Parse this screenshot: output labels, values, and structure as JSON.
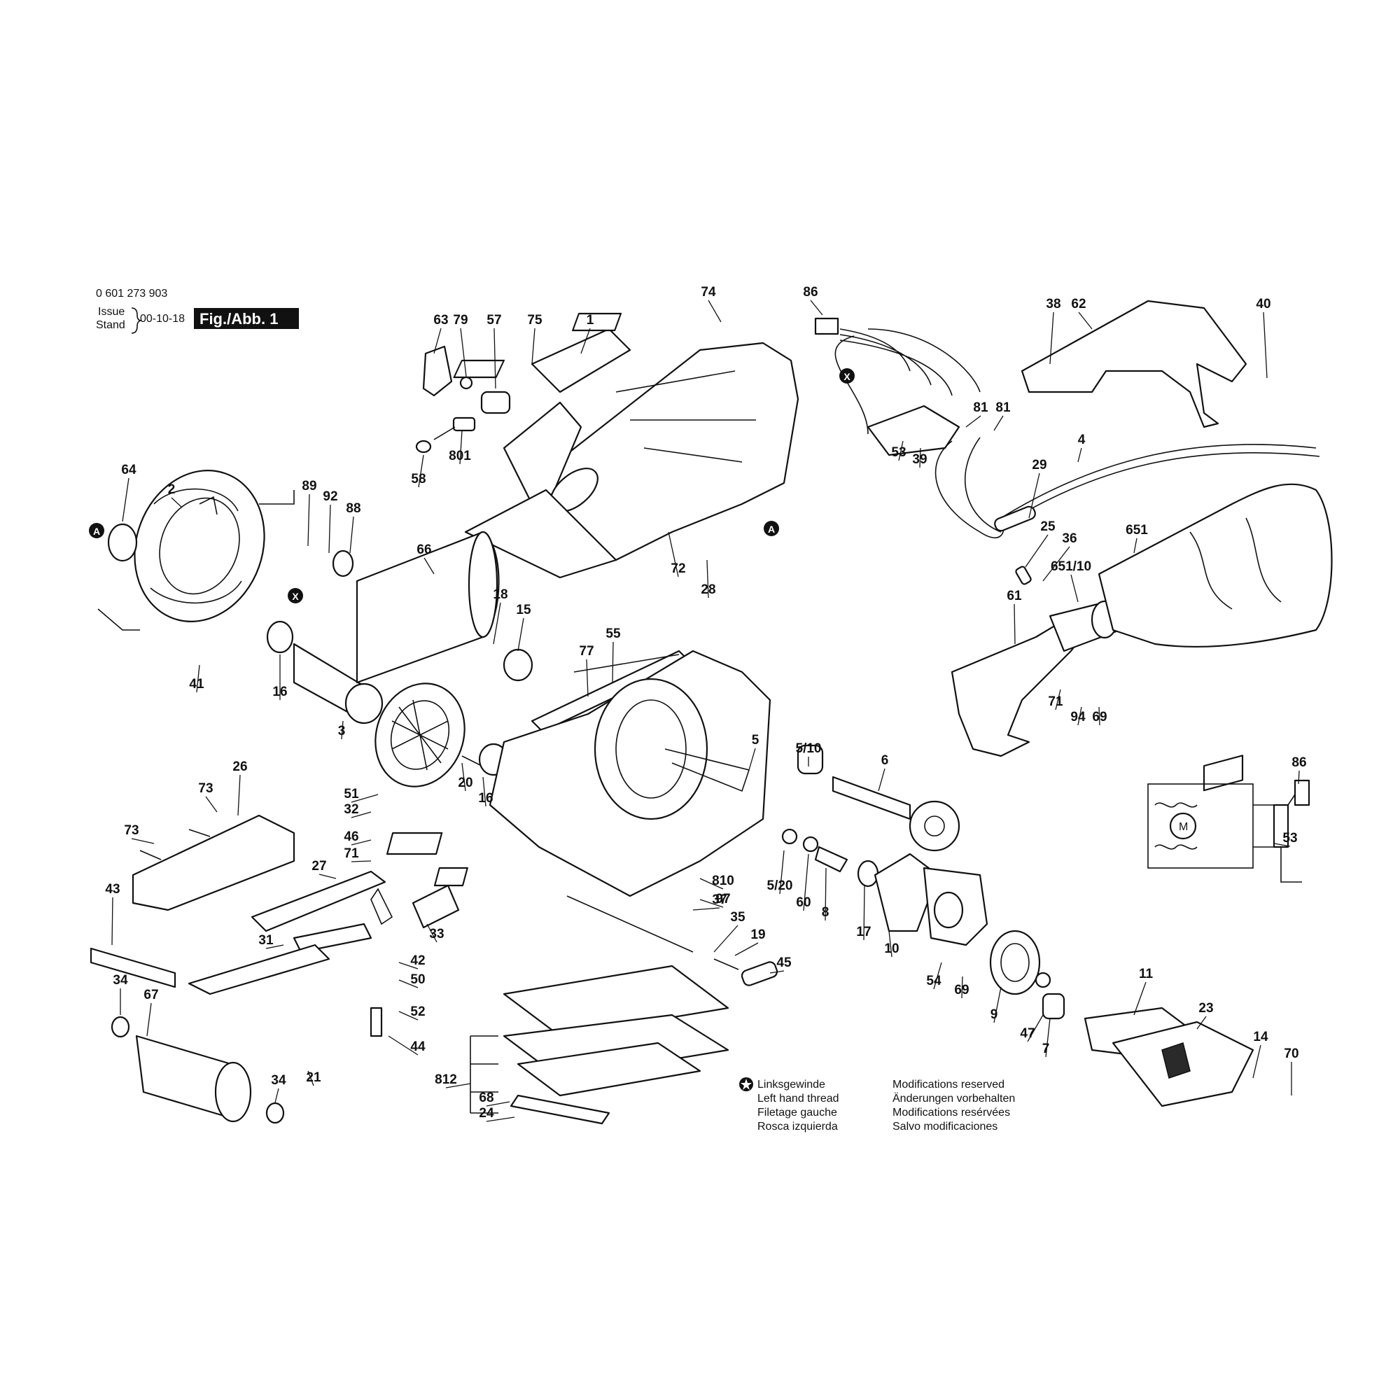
{
  "header": {
    "part_number": "0 601 273 903",
    "issue_label": "Issue",
    "stand_label": "Stand",
    "date": "00-10-18",
    "figure": "Fig./Abb. 1"
  },
  "legend": {
    "star_lines": [
      "Linksgewinde",
      "Left hand thread",
      "Filetage gauche",
      "Rosca izquierda"
    ],
    "mod_lines": [
      "Modifications reserved",
      "Änderungen vorbehalten",
      "Modifications resérvées",
      "Salvo modificaciones"
    ]
  },
  "markers": {
    "a": "A",
    "x": "X"
  },
  "callouts": [
    "74",
    "86",
    "63",
    "79",
    "57",
    "75",
    "1",
    "38",
    "62",
    "40",
    "58",
    "801",
    "81",
    "81",
    "53",
    "39",
    "4",
    "29",
    "72",
    "28",
    "25",
    "36",
    "64",
    "2",
    "89",
    "92",
    "88",
    "66",
    "651",
    "651/10",
    "18",
    "15",
    "61",
    "41",
    "16",
    "3",
    "77",
    "55",
    "71",
    "94",
    "69",
    "5",
    "5/10",
    "6",
    "20",
    "16",
    "26",
    "73",
    "51",
    "32",
    "46",
    "71",
    "73",
    "27",
    "43",
    "31",
    "33",
    "810",
    "97",
    "5/20",
    "60",
    "8",
    "17",
    "10",
    "86",
    "53",
    "37",
    "35",
    "19",
    "45",
    "42",
    "50",
    "52",
    "44",
    "34",
    "67",
    "54",
    "69",
    "9",
    "11",
    "23",
    "14",
    "70",
    "21",
    "34",
    "812",
    "68",
    "24",
    "47",
    "7"
  ]
}
